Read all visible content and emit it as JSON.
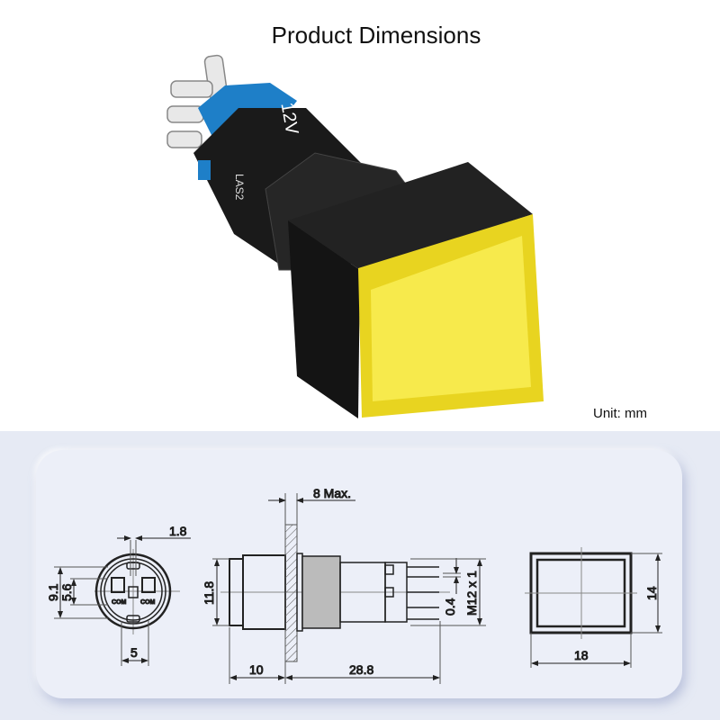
{
  "title": "Product Dimensions",
  "unit_label": "Unit: mm",
  "product_photo": {
    "voltage_marking": "12V",
    "model_marking": "LAS2",
    "colors": {
      "cap": "#f5e63a",
      "body": "#1a1a1a",
      "holder": "#1e7fc8"
    }
  },
  "drawing": {
    "front_view": {
      "pin_pitch_top": "1.8",
      "height_outer": "9.1",
      "height_inner": "5.6",
      "width_bottom": "5",
      "terminal_label_left": "COM",
      "terminal_label_right": "COM"
    },
    "side_view": {
      "panel_thickness": "8 Max.",
      "height": "11.8",
      "front_length": "10",
      "body_length": "28.8",
      "pin_thickness": "0.4",
      "thread": "M12 x 1"
    },
    "cap_view": {
      "height": "14",
      "width": "18"
    }
  }
}
